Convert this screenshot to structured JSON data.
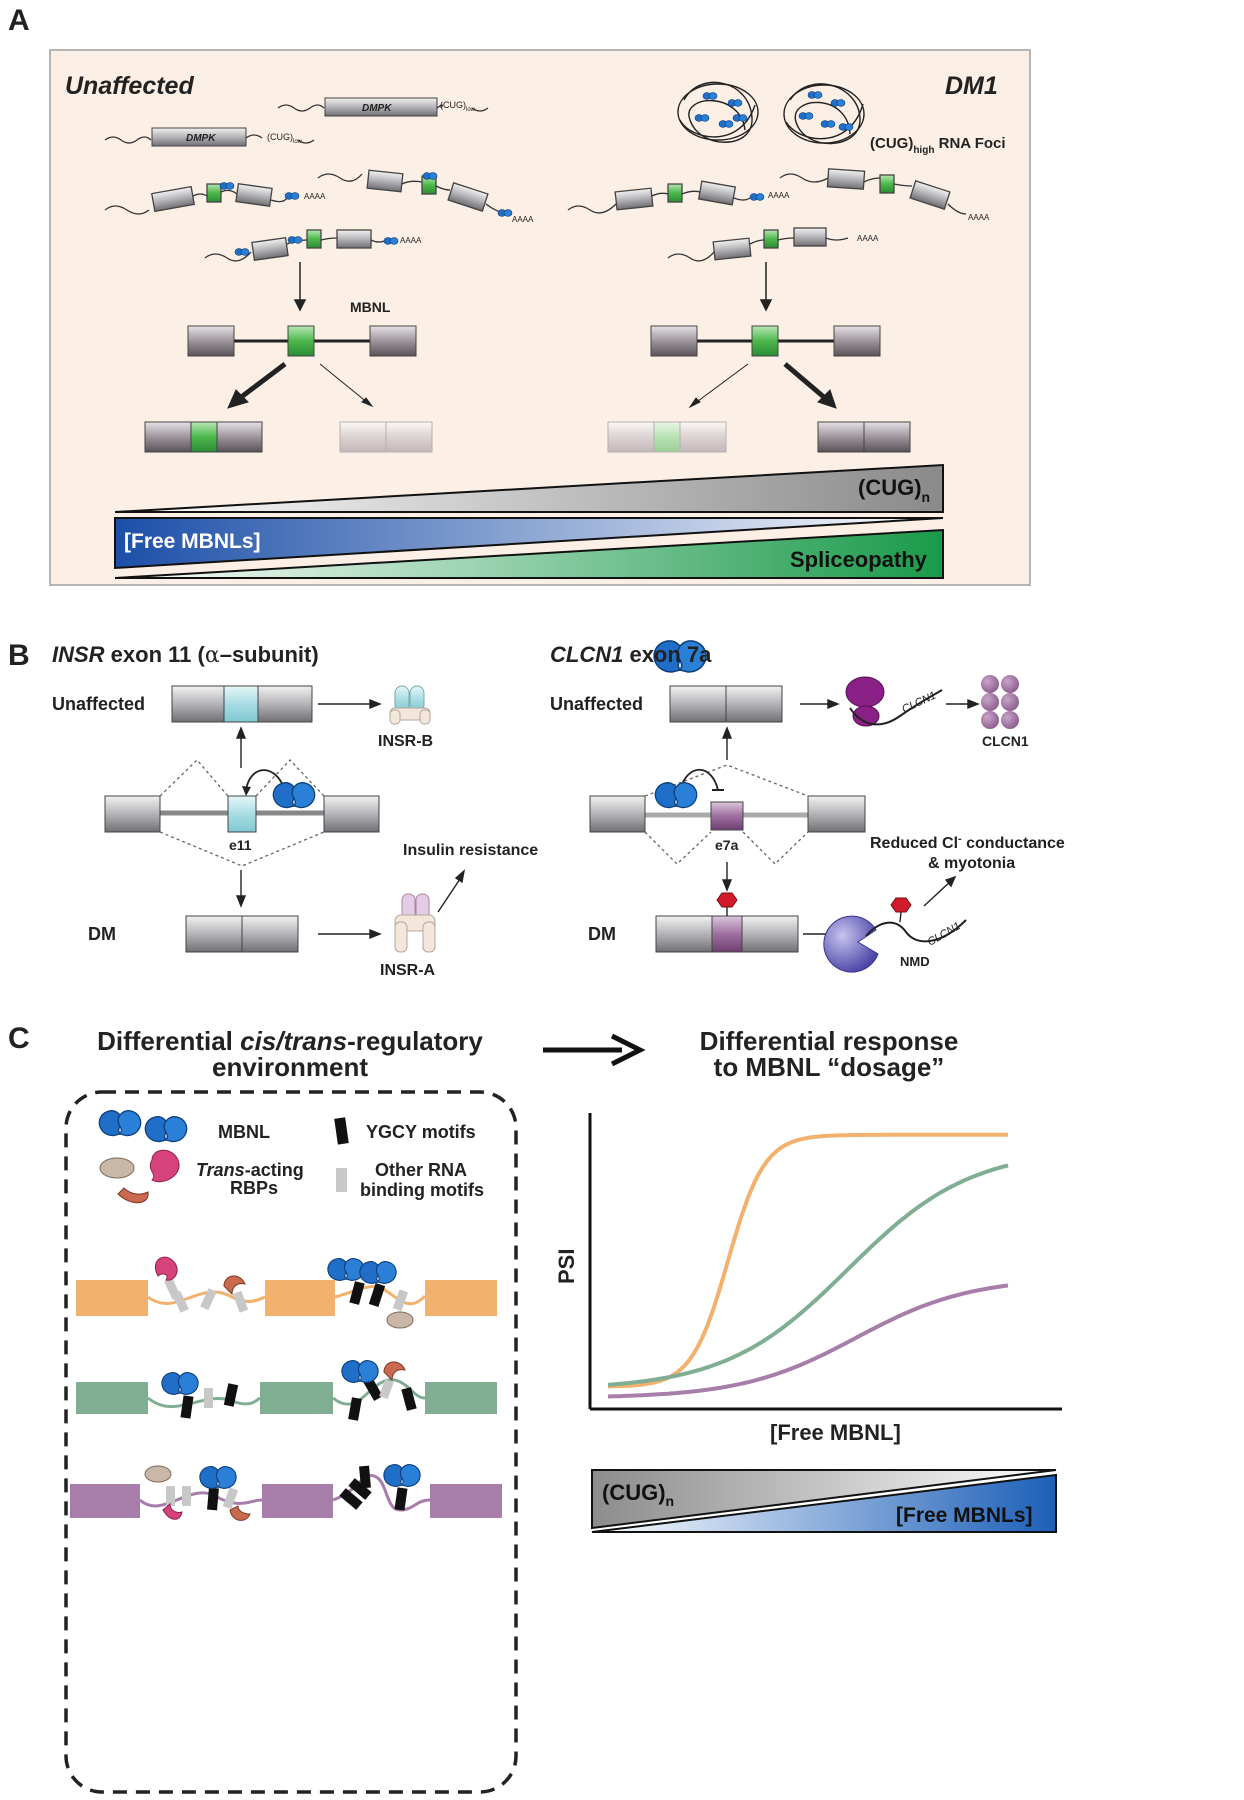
{
  "panels": {
    "a": {
      "letter": "A",
      "left_title": "Unaffected",
      "right_title": "DM1",
      "gene": "DMPK",
      "cug_low": "(CUG)",
      "cug_low_sub": "low",
      "foci_prefix": "(CUG)",
      "foci_sub": "high",
      "foci_suffix": " RNA Foci",
      "polya": "AAAA",
      "mbnl_label": "MBNL",
      "gradient_cug": "(CUG)",
      "gradient_cug_sub": "n",
      "gradient_free": "[Free MBNLs]",
      "gradient_splice": "Spliceopathy"
    },
    "b": {
      "letter": "B",
      "insr_title_gene": "INSR",
      "insr_title_rest": " exon 11 (",
      "insr_title_alpha": "α",
      "insr_title_end": "–subunit)",
      "clcn_title_gene": "CLCN1",
      "clcn_title_rest": " exon 7a",
      "unaffected": "Unaffected",
      "dm": "DM",
      "e11": "e11",
      "e7a": "e7a",
      "insr_b": "INSR-B",
      "insr_a": "INSR-A",
      "insulin_resistance": "Insulin resistance",
      "clcn1_protein": "CLCN1",
      "clcn1_mrna": "CLCN1",
      "reduced_line1_pre": "Reduced Cl",
      "reduced_line1_sup": "-",
      "reduced_line1_post": " conductance",
      "reduced_line2": "& myotonia",
      "nmd": "NMD"
    },
    "c": {
      "letter": "C",
      "left_head_1_pre": "Differential ",
      "left_head_1_it": "cis/trans",
      "left_head_1_post": "-regulatory",
      "left_head_2": "environment",
      "right_head_1": "Differential response",
      "right_head_2": "to MBNL “dosage”",
      "legend_mbnl": "MBNL",
      "legend_ygcy": "YGCY motifs",
      "legend_trans_it": "Trans",
      "legend_trans_post": "-acting",
      "legend_rbps": "RBPs",
      "legend_other_1": "Other RNA",
      "legend_other_2": "binding motifs",
      "gradient_cug": "(CUG)",
      "gradient_cug_sub": "n",
      "gradient_free": "[Free MBNLs]"
    }
  },
  "chart_data": {
    "type": "line",
    "xlabel": "[Free MBNL]",
    "ylabel": "PSI",
    "series": [
      {
        "color": "#f2b26e",
        "ec50": 0.3,
        "slope": 22,
        "baseline": 0.04,
        "top": 0.94
      },
      {
        "color": "#7fae93",
        "ec50": 0.6,
        "slope": 6.5,
        "baseline": 0.03,
        "top": 0.89
      },
      {
        "color": "#a77eaa",
        "ec50": 0.62,
        "slope": 7,
        "baseline": 0.0,
        "top": 0.43
      }
    ]
  },
  "colors": {
    "panel_bg": "#fcefe6",
    "mbnl_blue": "#1f6fc8",
    "green_exon": "#47b348",
    "orange": "#f2b26e",
    "teal": "#7fae93",
    "purple": "#a77eaa",
    "magenta": "#8a1f85"
  }
}
